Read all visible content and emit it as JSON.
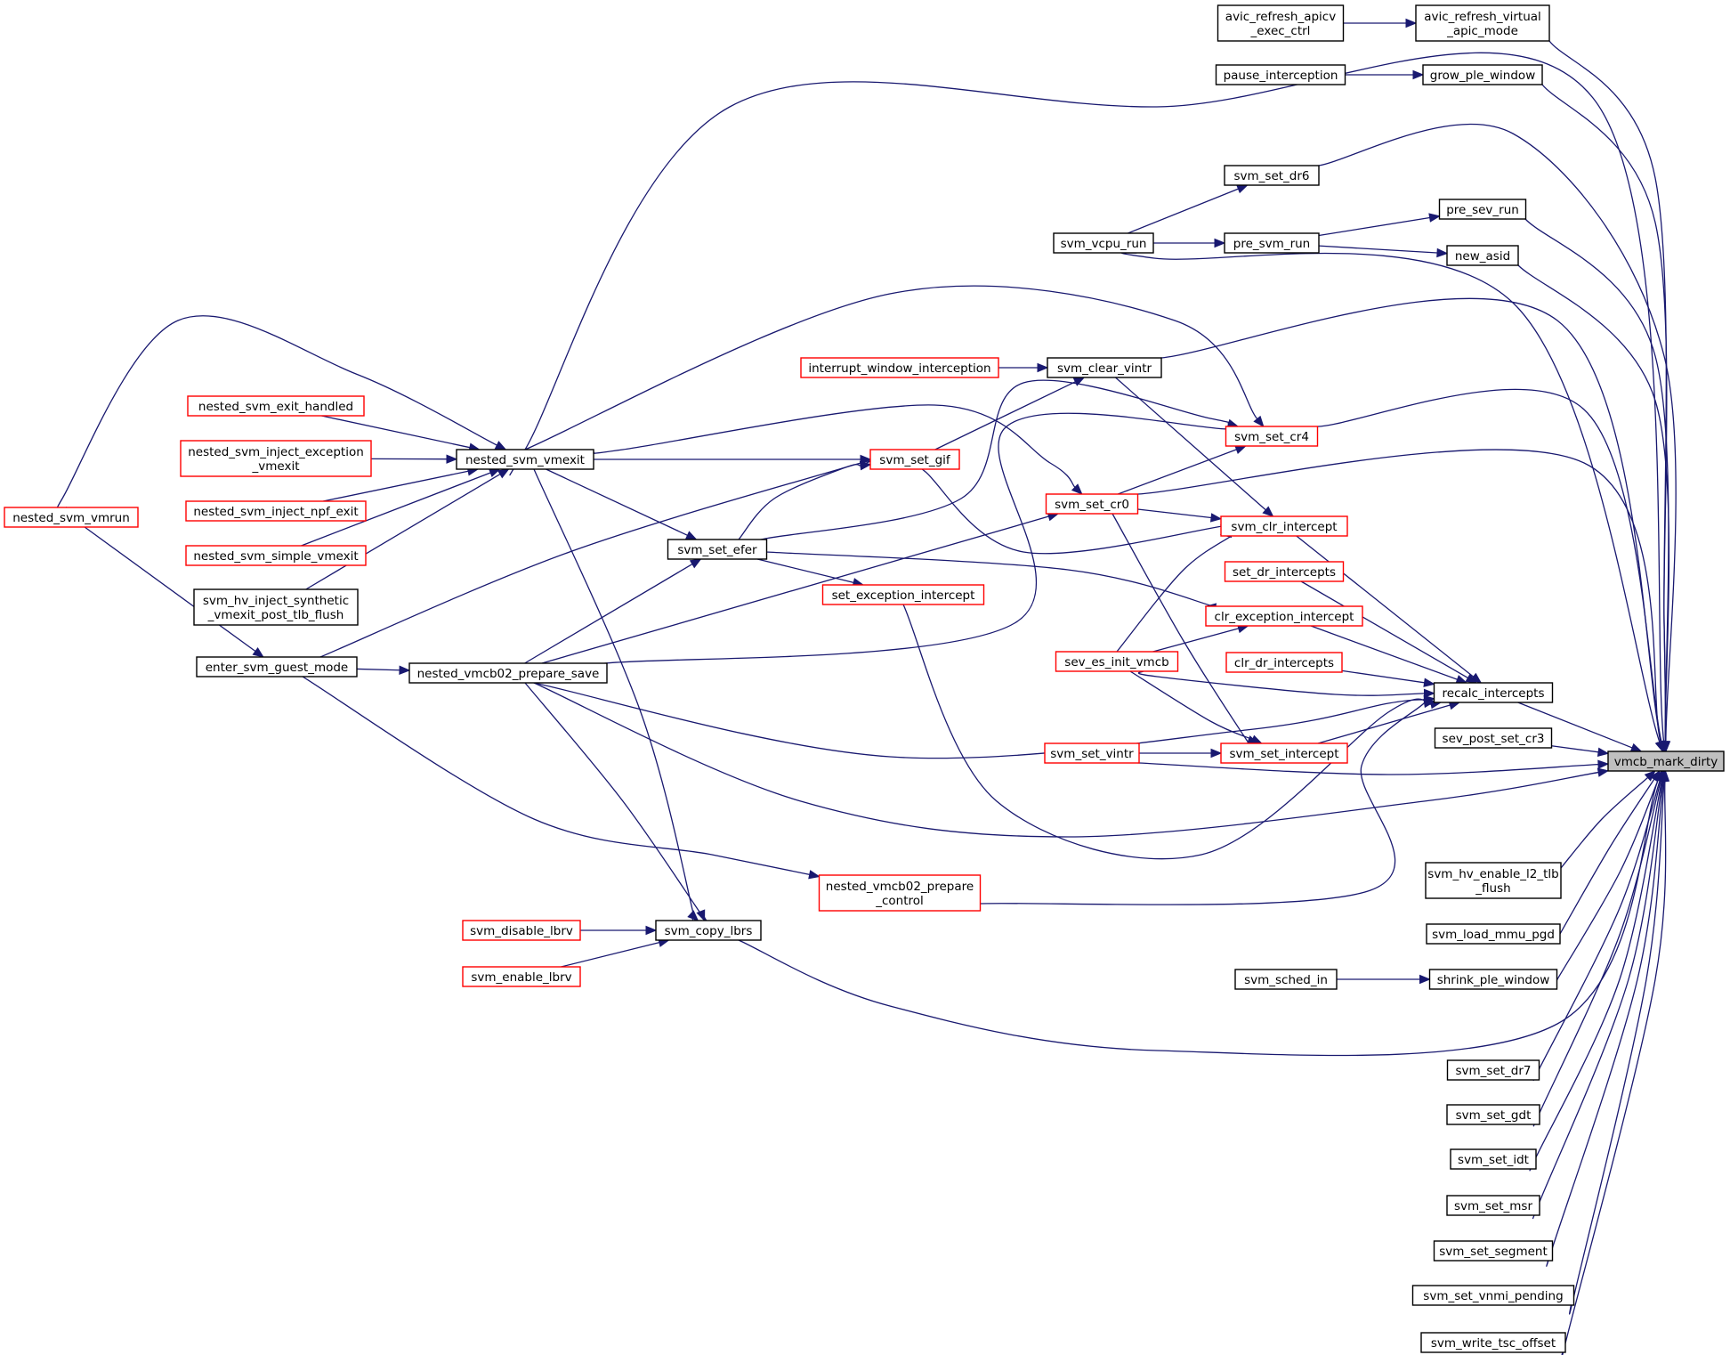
{
  "graph": {
    "title": "",
    "nodes": [
      {
        "id": "vmcb_mark_dirty",
        "lines": [
          "vmcb_mark_dirty"
        ],
        "style": "gray"
      },
      {
        "id": "avic_refresh_virtual_apic_mode",
        "lines": [
          "avic_refresh_virtual",
          "_apic_mode"
        ],
        "style": "black"
      },
      {
        "id": "avic_refresh_apicv_exec_ctrl",
        "lines": [
          "avic_refresh_apicv",
          "_exec_ctrl"
        ],
        "style": "black"
      },
      {
        "id": "grow_ple_window",
        "lines": [
          "grow_ple_window"
        ],
        "style": "black"
      },
      {
        "id": "pause_interception",
        "lines": [
          "pause_interception"
        ],
        "style": "black"
      },
      {
        "id": "svm_set_dr6",
        "lines": [
          "svm_set_dr6"
        ],
        "style": "black"
      },
      {
        "id": "pre_sev_run",
        "lines": [
          "pre_sev_run"
        ],
        "style": "black"
      },
      {
        "id": "svm_vcpu_run",
        "lines": [
          "svm_vcpu_run"
        ],
        "style": "black"
      },
      {
        "id": "pre_svm_run",
        "lines": [
          "pre_svm_run"
        ],
        "style": "black"
      },
      {
        "id": "new_asid",
        "lines": [
          "new_asid"
        ],
        "style": "black"
      },
      {
        "id": "interrupt_window_interception",
        "lines": [
          "interrupt_window_interception"
        ],
        "style": "red"
      },
      {
        "id": "svm_clear_vintr",
        "lines": [
          "svm_clear_vintr"
        ],
        "style": "black"
      },
      {
        "id": "nested_svm_exit_handled",
        "lines": [
          "nested_svm_exit_handled"
        ],
        "style": "red"
      },
      {
        "id": "nested_svm_inject_exception_vmexit",
        "lines": [
          "nested_svm_inject_exception",
          "_vmexit"
        ],
        "style": "red"
      },
      {
        "id": "nested_svm_vmexit",
        "lines": [
          "nested_svm_vmexit"
        ],
        "style": "black"
      },
      {
        "id": "svm_set_gif",
        "lines": [
          "svm_set_gif"
        ],
        "style": "red"
      },
      {
        "id": "svm_set_cr4",
        "lines": [
          "svm_set_cr4"
        ],
        "style": "red"
      },
      {
        "id": "nested_svm_inject_npf_exit",
        "lines": [
          "nested_svm_inject_npf_exit"
        ],
        "style": "red"
      },
      {
        "id": "nested_svm_vmrun",
        "lines": [
          "nested_svm_vmrun"
        ],
        "style": "red"
      },
      {
        "id": "svm_set_cr0",
        "lines": [
          "svm_set_cr0"
        ],
        "style": "red"
      },
      {
        "id": "svm_clr_intercept",
        "lines": [
          "svm_clr_intercept"
        ],
        "style": "red"
      },
      {
        "id": "nested_svm_simple_vmexit",
        "lines": [
          "nested_svm_simple_vmexit"
        ],
        "style": "red"
      },
      {
        "id": "svm_set_efer",
        "lines": [
          "svm_set_efer"
        ],
        "style": "black"
      },
      {
        "id": "set_dr_intercepts",
        "lines": [
          "set_dr_intercepts"
        ],
        "style": "red"
      },
      {
        "id": "svm_hv_inject_synthetic_vmexit_post_tlb_flush",
        "lines": [
          "svm_hv_inject_synthetic",
          "_vmexit_post_tlb_flush"
        ],
        "style": "black"
      },
      {
        "id": "set_exception_intercept",
        "lines": [
          "set_exception_intercept"
        ],
        "style": "red"
      },
      {
        "id": "clr_exception_intercept",
        "lines": [
          "clr_exception_intercept"
        ],
        "style": "red"
      },
      {
        "id": "sev_es_init_vmcb",
        "lines": [
          "sev_es_init_vmcb"
        ],
        "style": "red"
      },
      {
        "id": "clr_dr_intercepts",
        "lines": [
          "clr_dr_intercepts"
        ],
        "style": "red"
      },
      {
        "id": "enter_svm_guest_mode",
        "lines": [
          "enter_svm_guest_mode"
        ],
        "style": "black"
      },
      {
        "id": "nested_vmcb02_prepare_save",
        "lines": [
          "nested_vmcb02_prepare_save"
        ],
        "style": "black"
      },
      {
        "id": "recalc_intercepts",
        "lines": [
          "recalc_intercepts"
        ],
        "style": "black"
      },
      {
        "id": "sev_post_set_cr3",
        "lines": [
          "sev_post_set_cr3"
        ],
        "style": "black"
      },
      {
        "id": "svm_set_vintr",
        "lines": [
          "svm_set_vintr"
        ],
        "style": "red"
      },
      {
        "id": "svm_set_intercept",
        "lines": [
          "svm_set_intercept"
        ],
        "style": "red"
      },
      {
        "id": "svm_hv_enable_l2_tlb_flush",
        "lines": [
          "svm_hv_enable_l2_tlb",
          "_flush"
        ],
        "style": "black"
      },
      {
        "id": "nested_vmcb02_prepare_control",
        "lines": [
          "nested_vmcb02_prepare",
          "_control"
        ],
        "style": "red"
      },
      {
        "id": "svm_disable_lbrv",
        "lines": [
          "svm_disable_lbrv"
        ],
        "style": "red"
      },
      {
        "id": "svm_copy_lbrs",
        "lines": [
          "svm_copy_lbrs"
        ],
        "style": "black"
      },
      {
        "id": "svm_load_mmu_pgd",
        "lines": [
          "svm_load_mmu_pgd"
        ],
        "style": "black"
      },
      {
        "id": "svm_enable_lbrv",
        "lines": [
          "svm_enable_lbrv"
        ],
        "style": "red"
      },
      {
        "id": "svm_sched_in",
        "lines": [
          "svm_sched_in"
        ],
        "style": "black"
      },
      {
        "id": "shrink_ple_window",
        "lines": [
          "shrink_ple_window"
        ],
        "style": "black"
      },
      {
        "id": "svm_set_dr7",
        "lines": [
          "svm_set_dr7"
        ],
        "style": "black"
      },
      {
        "id": "svm_set_gdt",
        "lines": [
          "svm_set_gdt"
        ],
        "style": "black"
      },
      {
        "id": "svm_set_idt",
        "lines": [
          "svm_set_idt"
        ],
        "style": "black"
      },
      {
        "id": "svm_set_msr",
        "lines": [
          "svm_set_msr"
        ],
        "style": "black"
      },
      {
        "id": "svm_set_segment",
        "lines": [
          "svm_set_segment"
        ],
        "style": "black"
      },
      {
        "id": "svm_set_vnmi_pending",
        "lines": [
          "svm_set_vnmi_pending"
        ],
        "style": "black"
      },
      {
        "id": "svm_write_tsc_offset",
        "lines": [
          "svm_write_tsc_offset"
        ],
        "style": "black"
      }
    ],
    "edges": [
      {
        "from": "avic_refresh_apicv_exec_ctrl",
        "to": "avic_refresh_virtual_apic_mode"
      },
      {
        "from": "avic_refresh_virtual_apic_mode",
        "to": "vmcb_mark_dirty"
      },
      {
        "from": "pause_interception",
        "to": "grow_ple_window"
      },
      {
        "from": "grow_ple_window",
        "to": "vmcb_mark_dirty"
      },
      {
        "from": "nested_svm_vmexit",
        "to": "vmcb_mark_dirty"
      },
      {
        "from": "svm_vcpu_run",
        "to": "svm_set_dr6"
      },
      {
        "from": "svm_set_dr6",
        "to": "vmcb_mark_dirty"
      },
      {
        "from": "pre_svm_run",
        "to": "pre_sev_run"
      },
      {
        "from": "pre_sev_run",
        "to": "vmcb_mark_dirty"
      },
      {
        "from": "svm_vcpu_run",
        "to": "pre_svm_run"
      },
      {
        "from": "pre_svm_run",
        "to": "new_asid"
      },
      {
        "from": "new_asid",
        "to": "vmcb_mark_dirty"
      },
      {
        "from": "svm_vcpu_run",
        "to": "vmcb_mark_dirty"
      },
      {
        "from": "nested_svm_vmexit",
        "to": "svm_set_cr4"
      },
      {
        "from": "interrupt_window_interception",
        "to": "svm_clear_vintr"
      },
      {
        "from": "svm_clear_vintr",
        "to": "vmcb_mark_dirty"
      },
      {
        "from": "nested_svm_vmrun",
        "to": "nested_svm_vmexit"
      },
      {
        "from": "nested_svm_exit_handled",
        "to": "nested_svm_vmexit"
      },
      {
        "from": "nested_svm_inject_exception_vmexit",
        "to": "nested_svm_vmexit"
      },
      {
        "from": "nested_svm_inject_npf_exit",
        "to": "nested_svm_vmexit"
      },
      {
        "from": "nested_svm_simple_vmexit",
        "to": "nested_svm_vmexit"
      },
      {
        "from": "svm_hv_inject_synthetic_vmexit_post_tlb_flush",
        "to": "nested_svm_vmexit"
      },
      {
        "from": "nested_svm_vmexit",
        "to": "svm_set_gif"
      },
      {
        "from": "nested_svm_vmexit",
        "to": "svm_set_cr0"
      },
      {
        "from": "svm_set_gif",
        "to": "svm_clear_vintr"
      },
      {
        "from": "svm_set_efer",
        "to": "svm_set_cr4"
      },
      {
        "from": "svm_set_cr4",
        "to": "vmcb_mark_dirty"
      },
      {
        "from": "nested_vmcb02_prepare_save",
        "to": "svm_set_cr4"
      },
      {
        "from": "svm_set_cr0",
        "to": "svm_set_cr4"
      },
      {
        "from": "svm_set_cr0",
        "to": "vmcb_mark_dirty"
      },
      {
        "from": "svm_set_cr0",
        "to": "svm_clr_intercept"
      },
      {
        "from": "svm_set_gif",
        "to": "svm_clr_intercept"
      },
      {
        "from": "svm_clear_vintr",
        "to": "svm_clr_intercept"
      },
      {
        "from": "svm_clr_intercept",
        "to": "recalc_intercepts"
      },
      {
        "from": "nested_vmcb02_prepare_save",
        "to": "svm_set_cr0"
      },
      {
        "from": "svm_set_cr0",
        "to": "svm_set_intercept"
      },
      {
        "from": "nested_svm_vmexit",
        "to": "svm_set_efer"
      },
      {
        "from": "svm_set_efer",
        "to": "svm_set_gif"
      },
      {
        "from": "enter_svm_guest_mode",
        "to": "svm_set_gif"
      },
      {
        "from": "nested_vmcb02_prepare_save",
        "to": "svm_set_efer"
      },
      {
        "from": "svm_set_efer",
        "to": "set_exception_intercept"
      },
      {
        "from": "svm_set_efer",
        "to": "clr_exception_intercept"
      },
      {
        "from": "set_dr_intercepts",
        "to": "recalc_intercepts"
      },
      {
        "from": "set_exception_intercept",
        "to": "recalc_intercepts"
      },
      {
        "from": "clr_exception_intercept",
        "to": "recalc_intercepts"
      },
      {
        "from": "sev_es_init_vmcb",
        "to": "svm_clr_intercept"
      },
      {
        "from": "sev_es_init_vmcb",
        "to": "clr_exception_intercept"
      },
      {
        "from": "sev_es_init_vmcb",
        "to": "recalc_intercepts"
      },
      {
        "from": "sev_es_init_vmcb",
        "to": "svm_set_intercept"
      },
      {
        "from": "clr_dr_intercepts",
        "to": "recalc_intercepts"
      },
      {
        "from": "nested_svm_vmrun",
        "to": "enter_svm_guest_mode"
      },
      {
        "from": "enter_svm_guest_mode",
        "to": "nested_vmcb02_prepare_save"
      },
      {
        "from": "enter_svm_guest_mode",
        "to": "nested_vmcb02_prepare_control"
      },
      {
        "from": "nested_vmcb02_prepare_save",
        "to": "recalc_intercepts"
      },
      {
        "from": "nested_vmcb02_prepare_save",
        "to": "vmcb_mark_dirty"
      },
      {
        "from": "recalc_intercepts",
        "to": "vmcb_mark_dirty"
      },
      {
        "from": "sev_post_set_cr3",
        "to": "vmcb_mark_dirty"
      },
      {
        "from": "svm_set_vintr",
        "to": "svm_set_intercept"
      },
      {
        "from": "svm_set_vintr",
        "to": "vmcb_mark_dirty"
      },
      {
        "from": "svm_set_intercept",
        "to": "recalc_intercepts"
      },
      {
        "from": "nested_vmcb02_prepare_control",
        "to": "recalc_intercepts"
      },
      {
        "from": "svm_hv_enable_l2_tlb_flush",
        "to": "vmcb_mark_dirty"
      },
      {
        "from": "nested_svm_vmexit",
        "to": "svm_copy_lbrs"
      },
      {
        "from": "nested_vmcb02_prepare_save",
        "to": "svm_copy_lbrs"
      },
      {
        "from": "svm_disable_lbrv",
        "to": "svm_copy_lbrs"
      },
      {
        "from": "svm_enable_lbrv",
        "to": "svm_copy_lbrs"
      },
      {
        "from": "svm_copy_lbrs",
        "to": "vmcb_mark_dirty"
      },
      {
        "from": "svm_load_mmu_pgd",
        "to": "vmcb_mark_dirty"
      },
      {
        "from": "svm_sched_in",
        "to": "shrink_ple_window"
      },
      {
        "from": "shrink_ple_window",
        "to": "vmcb_mark_dirty"
      },
      {
        "from": "svm_set_dr7",
        "to": "vmcb_mark_dirty"
      },
      {
        "from": "svm_set_gdt",
        "to": "vmcb_mark_dirty"
      },
      {
        "from": "svm_set_idt",
        "to": "vmcb_mark_dirty"
      },
      {
        "from": "svm_set_msr",
        "to": "vmcb_mark_dirty"
      },
      {
        "from": "svm_set_segment",
        "to": "vmcb_mark_dirty"
      },
      {
        "from": "svm_set_vnmi_pending",
        "to": "vmcb_mark_dirty"
      },
      {
        "from": "svm_write_tsc_offset",
        "to": "vmcb_mark_dirty"
      }
    ]
  }
}
